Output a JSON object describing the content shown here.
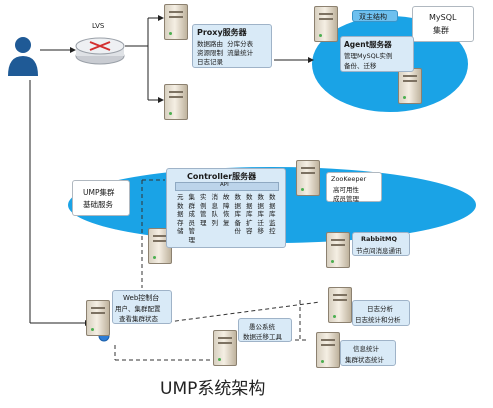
{
  "title": "UMP系统架构",
  "lvs": "LVS",
  "proxy": {
    "title": "Proxy服务器",
    "lines": [
      "数据路由  分库分表",
      "资源限制  流量统计",
      "日志记录"
    ]
  },
  "dual_master": "双主结构",
  "mysql_cluster": [
    "MySQL",
    "集群"
  ],
  "agent": {
    "title": "Agent服务器",
    "lines": [
      "管理MySQL实例",
      "备份、迁移"
    ]
  },
  "ump_cluster": [
    "UMP集群",
    "基础服务"
  ],
  "controller": {
    "title": "Controller服务器",
    "api": "API",
    "columns": [
      [
        "元",
        "数",
        "据",
        "存",
        "储"
      ],
      [
        "集",
        "群",
        "成",
        "员",
        "管",
        "理"
      ],
      [
        "实",
        "例",
        "管",
        "理"
      ],
      [
        "消",
        "息",
        "队",
        "列"
      ],
      [
        "故",
        "障",
        "恢",
        "复"
      ],
      [
        "数",
        "据",
        "库",
        "备",
        "份"
      ],
      [
        "数",
        "据",
        "库",
        "扩",
        "容"
      ],
      [
        "数",
        "据",
        "库",
        "迁",
        "移"
      ],
      [
        "数",
        "据",
        "库",
        "监",
        "控"
      ]
    ]
  },
  "zookeeper": {
    "title": "ZooKeeper",
    "lines": [
      "高可用性",
      "成员管理"
    ]
  },
  "rabbitmq": {
    "title": "RabbitMQ",
    "lines": [
      "节点间消息通讯"
    ]
  },
  "web": {
    "title": "Web控制台",
    "lines": [
      "用户、集群配置",
      "查看集群状态"
    ]
  },
  "migration": {
    "title": "愚公系统",
    "lines": [
      "数据迁移工具"
    ]
  },
  "log_analysis": {
    "title": "日志分析",
    "lines": [
      "日志统计和分析"
    ]
  },
  "info_stats": {
    "title": "信息统计",
    "lines": [
      "集群状态统计"
    ]
  }
}
